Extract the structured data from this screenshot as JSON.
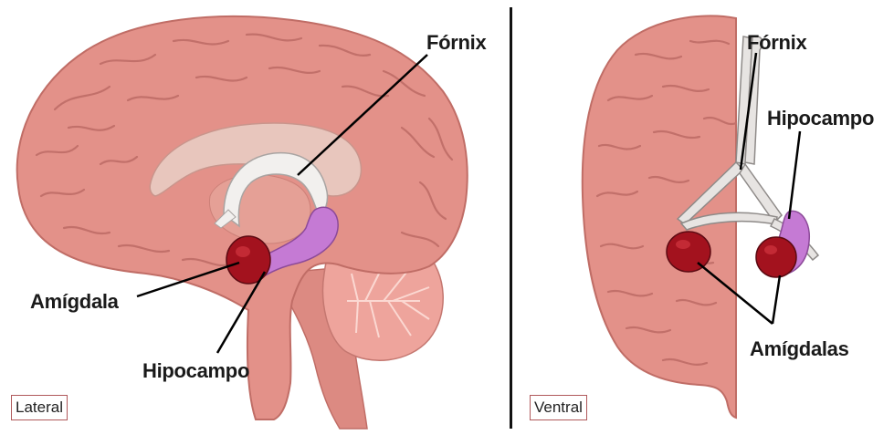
{
  "left": {
    "label_fornix": "Fórnix",
    "label_amygdala": "Amígdala",
    "label_hippocampus": "Hipocampo",
    "view_label": "Lateral"
  },
  "right": {
    "label_fornix": "Fórnix",
    "label_hippocampus": "Hipocampo",
    "label_amygdalas": "Amígdalas",
    "view_label": "Ventral"
  },
  "colors": {
    "cortex": "#e39189",
    "cortex_dark": "#c86f68",
    "corpus_callosum": "#e8c6bd",
    "fornix": "#f2f0ee",
    "hippocampus": "#c57ad4",
    "amygdala": "#a3121e",
    "cerebellum": "#eea49c"
  }
}
